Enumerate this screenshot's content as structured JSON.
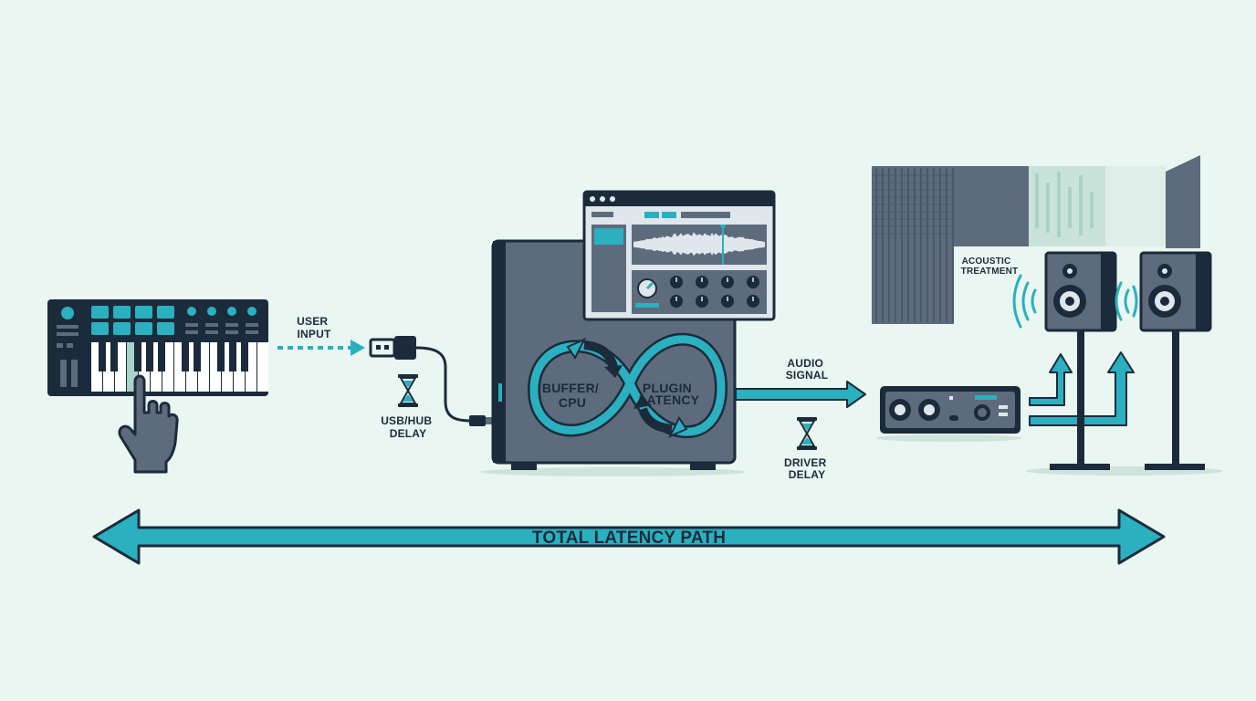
{
  "labels": {
    "user_input": [
      "USER",
      "INPUT"
    ],
    "usb_hub_delay": [
      "USB/HUB",
      "DELAY"
    ],
    "buffer_cpu": [
      "BUFFER/",
      "CPU"
    ],
    "plugin_latency": [
      "PLUGIN",
      "LATENCY"
    ],
    "audio_signal": [
      "AUDIO",
      "SIGNAL"
    ],
    "driver_delay": [
      "DRIVER",
      "DELAY"
    ],
    "acoustic_treatment": [
      "ACOUSTIC",
      "TREATMENT"
    ],
    "total_latency_path": "TOTAL LATENCY PATH"
  },
  "colors": {
    "background": "#e9f6f1",
    "accent": "#2ab0bf",
    "dark": "#1c2b3b",
    "device_gray": "#5d6b7d",
    "light_panel": "#dfe7ec"
  },
  "icons": [
    "midi-keyboard-icon",
    "hand-icon",
    "usb-plug-icon",
    "hourglass-icon",
    "computer-tower-icon",
    "daw-window-icon",
    "audio-interface-icon",
    "studio-monitor-icon",
    "acoustic-panel-icon"
  ]
}
